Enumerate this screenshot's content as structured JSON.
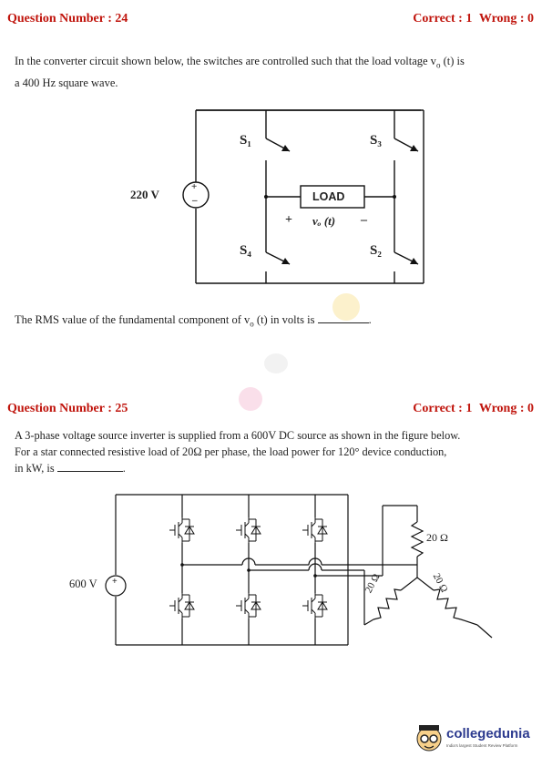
{
  "q24": {
    "heading": "Question Number : 24",
    "correct": "Correct : 1",
    "wrong": "Wrong : 0",
    "stem_1": "In the converter circuit shown below, the switches are controlled such that the load voltage v",
    "stem_sub": "o",
    "stem_2": "(t) is",
    "stem_3": "a 400 Hz square wave.",
    "fig": {
      "source": "220 V",
      "s1": "S₁",
      "s3": "S₃",
      "s4": "S₄",
      "s2": "S₂",
      "load": "LOAD",
      "plus": "+",
      "minus": "–",
      "vo": "vₒ (t)"
    },
    "ask_1": "The RMS value of the fundamental component of v",
    "ask_2": "(t) in volts is",
    "ask_end": "."
  },
  "q25": {
    "heading": "Question Number : 25",
    "correct": "Correct : 1",
    "wrong": "Wrong : 0",
    "line_1": "A 3-phase voltage source inverter is supplied from a 600V DC source as shown in the figure below.",
    "line_2": "For a star connected resistive load of 20Ω per phase, the load power for 120° device conduction,",
    "line_3": "in kW, is",
    "line_end": ".",
    "fig": {
      "source": "600 V",
      "r_top": "20 Ω",
      "r_left": "20 Ω",
      "r_right": "20 Ω"
    }
  },
  "logo": {
    "name": "collegedunia",
    "tagline": "India's largest Student Review Platform"
  },
  "colors": {
    "heading": "#c0140c",
    "logo": "#2d3b8f"
  }
}
